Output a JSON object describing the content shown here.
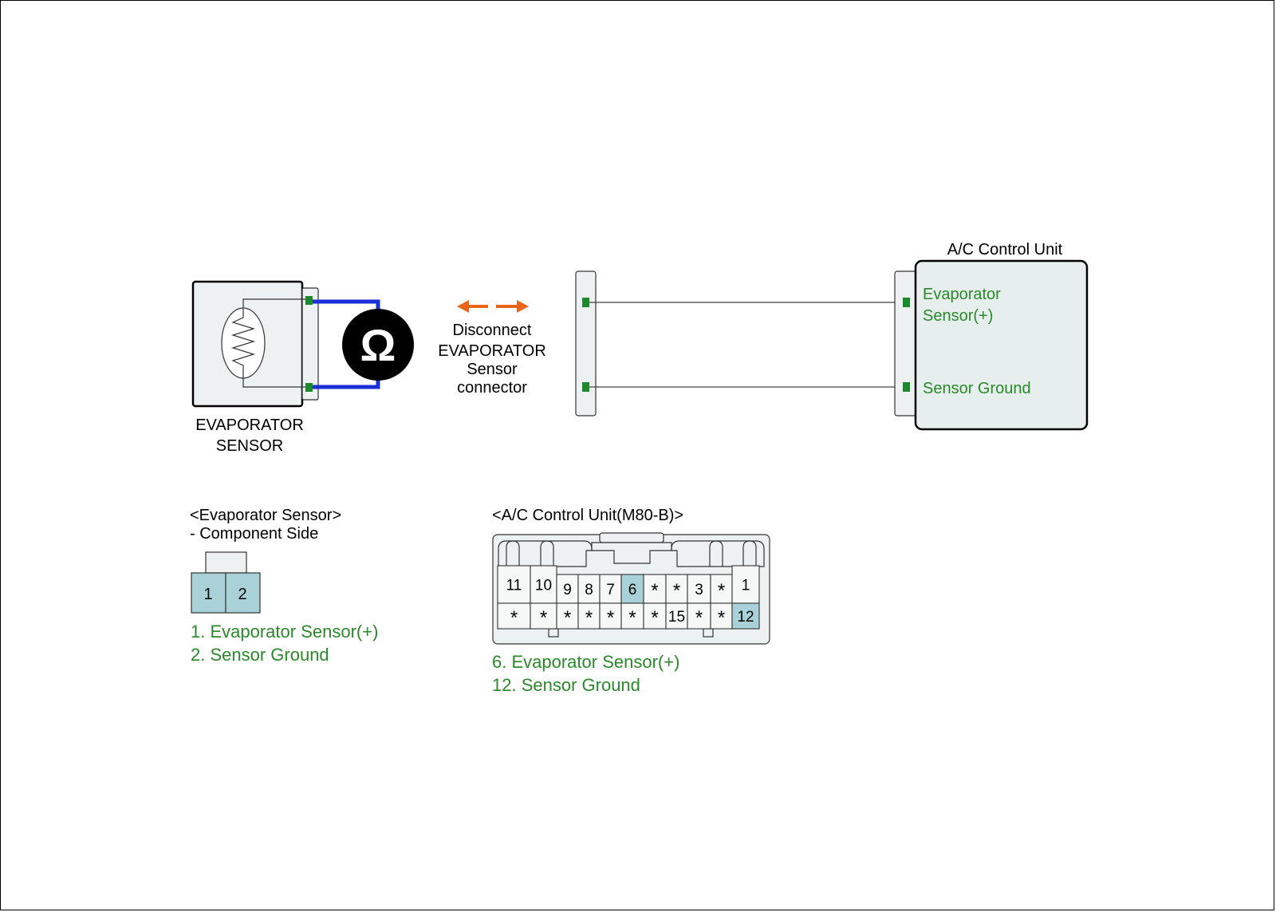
{
  "colors": {
    "wire_meter": "#1a2fd6",
    "pin_green": "#1c8a2c",
    "label_green": "#2a8a2a",
    "arrow_orange": "#e8651a",
    "unit_fill": "#e6eeee",
    "connector_fill": "#eef1f1",
    "highlight_pin": "#a9d2d8",
    "meter_fill": "#000000"
  },
  "icons": {
    "meter": "ohmmeter-icon",
    "resistor": "thermistor-icon"
  },
  "evaporator_sensor": {
    "label_line1": "EVAPORATOR",
    "label_line2": "SENSOR"
  },
  "meter": {
    "symbol": "Ω"
  },
  "instruction": {
    "line1": "Disconnect",
    "line2": "EVAPORATOR",
    "line3": "Sensor",
    "line4": "connector"
  },
  "ac_unit": {
    "title": "A/C Control Unit",
    "terminal1_line1": "Evaporator",
    "terminal1_line2": "Sensor(+)",
    "terminal2": "Sensor Ground"
  },
  "sensor_connector": {
    "title": "<Evaporator Sensor>",
    "subtitle": "- Component Side",
    "pins": [
      "1",
      "2"
    ],
    "legend": [
      "1. Evaporator Sensor(+)",
      "2. Sensor Ground"
    ]
  },
  "unit_connector": {
    "title": "<A/C Control Unit(M80-B)>",
    "row1": [
      "11",
      "10",
      "9",
      "8",
      "7",
      "6",
      "*",
      "*",
      "3",
      "*",
      "1"
    ],
    "row2": [
      "*",
      "*",
      "*",
      "*",
      "*",
      "*",
      "*",
      "15",
      "*",
      "*",
      "12"
    ],
    "highlighted": [
      "6",
      "12"
    ],
    "legend": [
      "6. Evaporator Sensor(+)",
      "12. Sensor Ground"
    ]
  }
}
